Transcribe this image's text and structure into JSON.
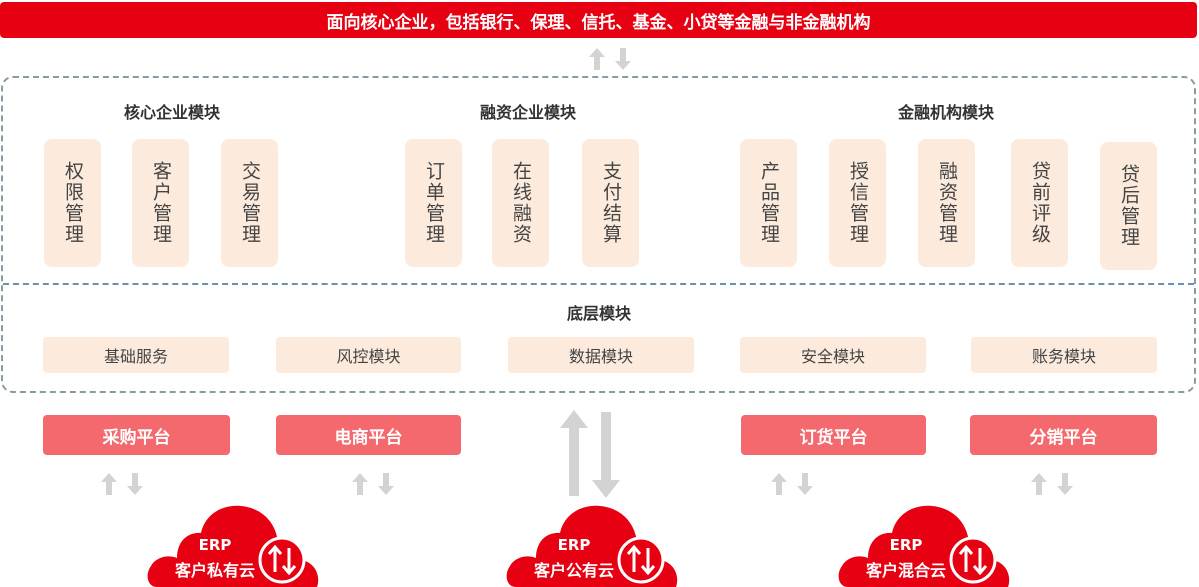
{
  "banner": {
    "text": "面向核心企业，包括银行、保理、信托、基金、小贷等金融与非金融机构"
  },
  "sections": {
    "core": {
      "title": "核心企业模块",
      "cards": [
        "权限管理",
        "客户管理",
        "交易管理"
      ]
    },
    "finance": {
      "title": "融资企业模块",
      "cards": [
        "订单管理",
        "在线融资",
        "支付结算"
      ]
    },
    "institution": {
      "title": "金融机构模块",
      "cards": [
        "产品管理",
        "授信管理",
        "融资管理",
        "贷前评级",
        "贷后管理"
      ]
    }
  },
  "base": {
    "title": "底层模块",
    "cards": [
      "基础服务",
      "风控模块",
      "数据模块",
      "安全模块",
      "账务模块"
    ]
  },
  "platforms": [
    "采购平台",
    "电商平台",
    "订货平台",
    "分销平台"
  ],
  "clouds": [
    {
      "line1": "ERP",
      "line2": "客户私有云"
    },
    {
      "line1": "ERP",
      "line2": "客户公有云"
    },
    {
      "line1": "ERP",
      "line2": "客户混合云"
    }
  ],
  "colors": {
    "brand_red": "#e60012",
    "platform_red": "#f4696e",
    "card_beige": "#fcebdd",
    "arrow_gray": "#d3d3d3"
  }
}
